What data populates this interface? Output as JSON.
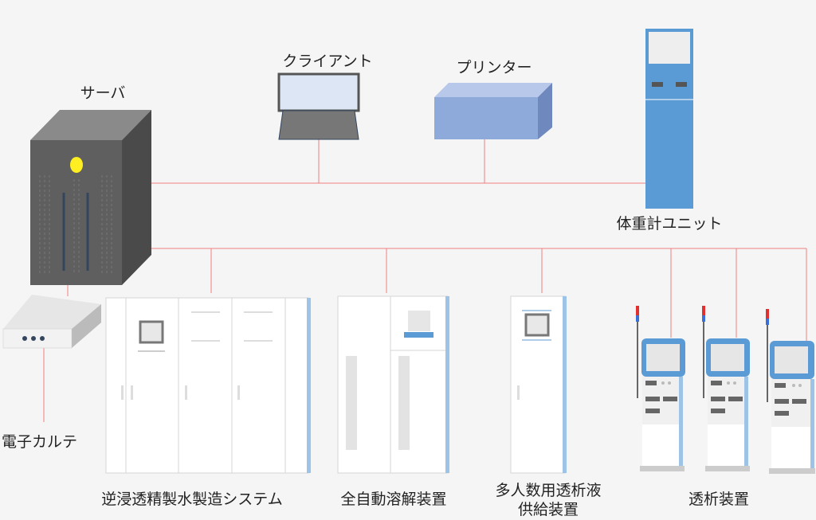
{
  "labels": {
    "server": "サーバ",
    "client": "クライアント",
    "printer": "プリンター",
    "scale_unit": "体重計ユニット",
    "emr": "電子カルテ",
    "ro_system": "逆浸透精製水製造システム",
    "auto_dissolver": "全自動溶解装置",
    "multi_supply_line1": "多人数用透析液",
    "multi_supply_line2": "供給装置",
    "dialysis_machine": "透析装置"
  },
  "colors": {
    "background": "#f5f5f5",
    "network_line": "#f08080",
    "server_body": "#5f5f5f",
    "server_indicator": "#ffee22",
    "printer": "#8eaadb",
    "device_blue": "#5b9bd5",
    "cabinet": "#ffffff",
    "cabinet_accent": "#9dc3e6"
  }
}
